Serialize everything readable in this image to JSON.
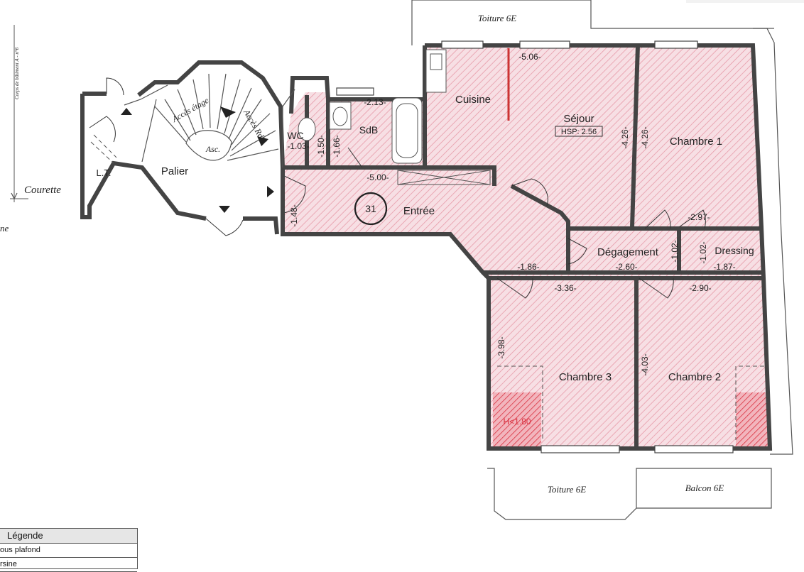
{
  "colors": {
    "room_fill": "#f6dde2",
    "hatch": "#e79aa8",
    "low_ceiling": "#e05060",
    "wall": "#444444"
  },
  "exterior": {
    "toiture_top": "Toiture 6E",
    "toiture_bottom": "Toiture 6E",
    "balcon": "Balcon 6E",
    "courette": "Courette",
    "side_note": "Corps de bâtiment A - n°6",
    "edge_text": "ne"
  },
  "stairs": {
    "palier": "Palier",
    "lt": "L.T.",
    "asc": "Asc.",
    "acces_etage": "Accès étage",
    "acces_rdc": "Accès RdC"
  },
  "apartment": {
    "number": "31"
  },
  "rooms": {
    "cuisine": "Cuisine",
    "sejour": "Séjour",
    "hsp": "HSP: 2.56",
    "chambre1": "Chambre 1",
    "wc": "WC",
    "sdb": "SdB",
    "entree": "Entrée",
    "degagement": "Dégagement",
    "dressing": "Dressing",
    "chambre3": "Chambre 3",
    "chambre2": "Chambre 2",
    "low_ceiling": "H<1.80"
  },
  "dimensions": {
    "sejour_w": "-5.06-",
    "sejour_h": "-4.26-",
    "ch1_h": "-4.26-",
    "ch1_w": "-2.97-",
    "sdb_w": "-2.13-",
    "sdb_h": "-1.66-",
    "wc_w": "-1.03-",
    "wc_h": "-1.50-",
    "entree_w": "-5.00-",
    "entree_h": "-1.48-",
    "entree_bottom": "-1.86-",
    "degag_w": "-2.60-",
    "degag_h": "-1.02-",
    "dressing_h": "-1.02-",
    "dressing_w": "-1.87-",
    "ch3_w": "-3.36-",
    "ch3_h": "-3.98-",
    "ch2_w": "-2.90-",
    "ch2_h": "-4.03-"
  },
  "legend": {
    "title": "Légende",
    "row1": "ous plafond",
    "row2": "rsine"
  }
}
